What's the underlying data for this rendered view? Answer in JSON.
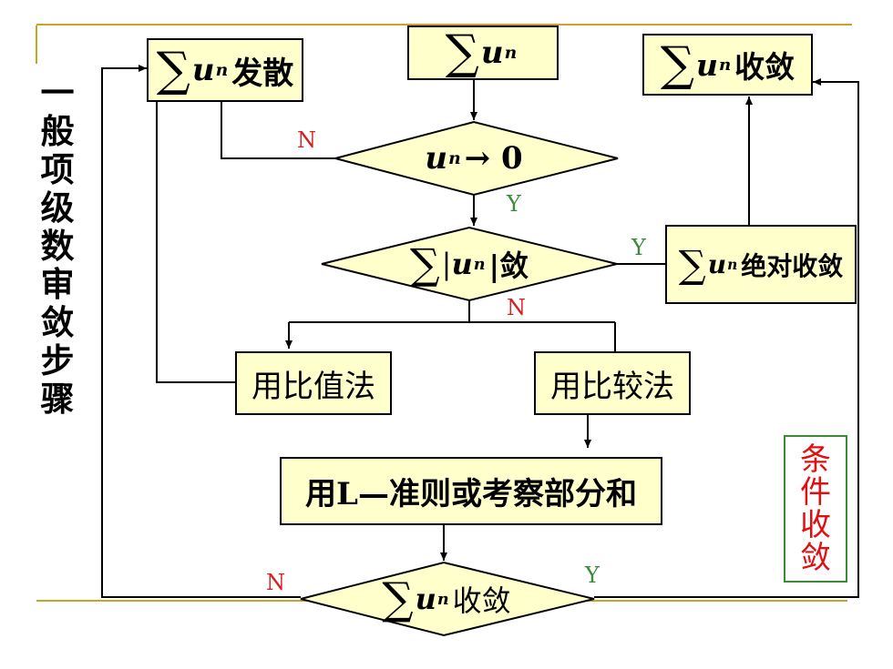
{
  "side_title": [
    "一",
    "般",
    "项",
    "级",
    "数",
    "审",
    "敛",
    "步",
    "骤"
  ],
  "nodes": {
    "sum_diverge": {
      "sigma": "∑",
      "u": "u",
      "sub": "n",
      "text": "发散"
    },
    "sum_start": {
      "sigma": "∑",
      "u": "u",
      "sub": "n",
      "text": ""
    },
    "sum_converge": {
      "sigma": "∑",
      "u": "u",
      "sub": "n",
      "text": " 收敛"
    },
    "dec_limit": {
      "u": "u",
      "sub": "n",
      "text": "→ 0"
    },
    "dec_abs": {
      "sigma": "∑",
      "bar": "| ",
      "u": "u",
      "sub": "n",
      "text": "|敛"
    },
    "abs_converge": {
      "sigma": "∑",
      "u": "u",
      "sub": "n",
      "text": "绝对收敛"
    },
    "ratio_test": "用比值法",
    "compare_test": "用比较法",
    "leibniz": "用L—准则或考察部分和",
    "dec_final": {
      "sigma": "∑",
      "u": "u",
      "sub": "n",
      "text": "收敛"
    }
  },
  "labels": {
    "n1": "N",
    "y1": "Y",
    "y2": "Y",
    "n2": "N",
    "n3": "N",
    "y3": "Y"
  },
  "conditional": [
    "条",
    "件",
    "收",
    "敛"
  ],
  "colors": {
    "box_fill": "#ffffcc",
    "no": "#d81e1e",
    "yes": "#3a8a3a",
    "rule": "#c9a227",
    "conditional": "#e01010"
  }
}
